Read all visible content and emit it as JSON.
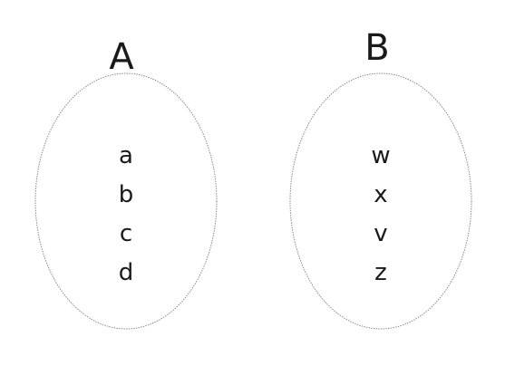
{
  "diagram": {
    "sets": [
      {
        "label": "A",
        "elements": [
          "a",
          "b",
          "c",
          "d"
        ]
      },
      {
        "label": "B",
        "elements": [
          "w",
          "x",
          "v",
          "z"
        ]
      }
    ],
    "colors": {
      "text": "#1a1a1a",
      "boundary": "#8a8a8a",
      "background": "#ffffff"
    }
  }
}
